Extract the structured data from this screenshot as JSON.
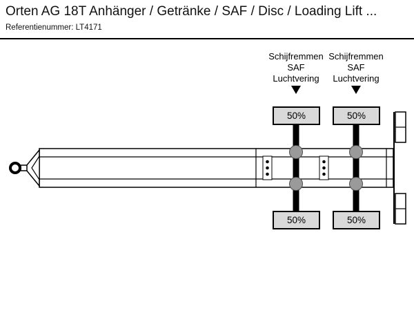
{
  "header": {
    "title": "Orten AG 18T Anhänger / Getränke / SAF / Disc / Loading Lift ...",
    "reference": "Referentienummer: LT4171"
  },
  "diagram": {
    "axle_groups": [
      {
        "spec_lines": [
          "Schijfremmen",
          "SAF",
          "Luchtvering"
        ],
        "load_top": "50%",
        "load_bottom": "50%"
      },
      {
        "spec_lines": [
          "Schijfremmen",
          "SAF",
          "Luchtvering"
        ],
        "load_top": "50%",
        "load_bottom": "50%"
      }
    ],
    "colors": {
      "background": "#ffffff",
      "line": "#000000",
      "load_box_fill": "#d9d9d9",
      "suspension_circle": "#9a9a9a"
    }
  }
}
